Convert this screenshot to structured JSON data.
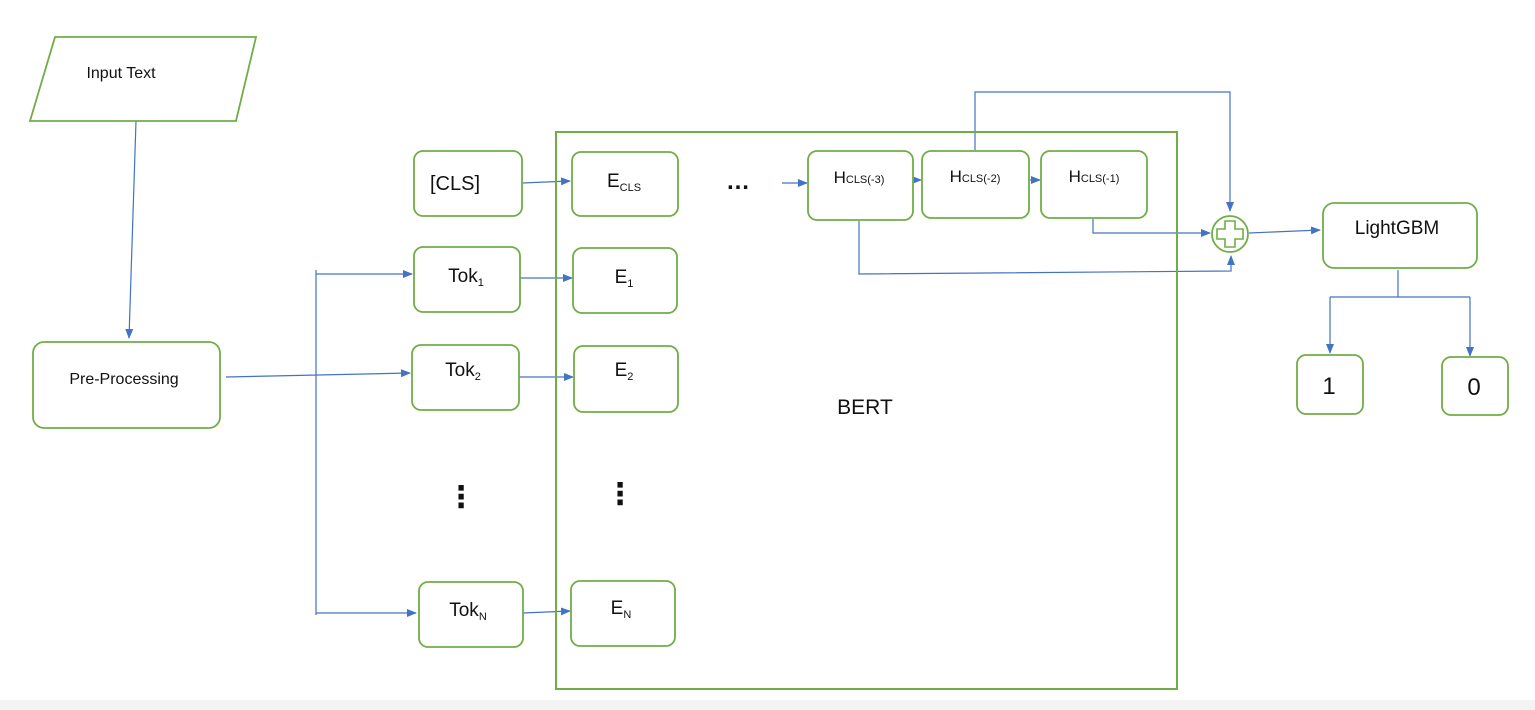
{
  "colors": {
    "node_border": "#70ad47",
    "arrow": "#4472c4",
    "text": "#111111"
  },
  "input": {
    "label": "Input Text"
  },
  "preprocess": {
    "label": "Pre-Processing"
  },
  "tokens": {
    "cls": "[CLS]",
    "tok1": {
      "base": "Tok",
      "sub": "1"
    },
    "tok2": {
      "base": "Tok",
      "sub": "2"
    },
    "tokN": {
      "base": "Tok",
      "sub": "N"
    },
    "ellipsis": "⋮"
  },
  "embeddings": {
    "ecls": {
      "base": "E",
      "sub": "CLS"
    },
    "e1": {
      "base": "E",
      "sub": "1"
    },
    "e2": {
      "base": "E",
      "sub": "2"
    },
    "eN": {
      "base": "E",
      "sub": "N"
    },
    "ellipsis": "⋮"
  },
  "bert": {
    "label": "BERT",
    "layers_ellipsis": "…"
  },
  "hidden": {
    "h3": {
      "base": "H",
      "sub": "CLS(-3)"
    },
    "h2": {
      "base": "H",
      "sub": "CLS(-2)"
    },
    "h1": {
      "base": "H",
      "sub": "CLS(-1)"
    }
  },
  "concat": {
    "symbol": "plus-circle-icon"
  },
  "classifier": {
    "label": "LightGBM"
  },
  "outputs": {
    "positive": "1",
    "negative": "0"
  }
}
